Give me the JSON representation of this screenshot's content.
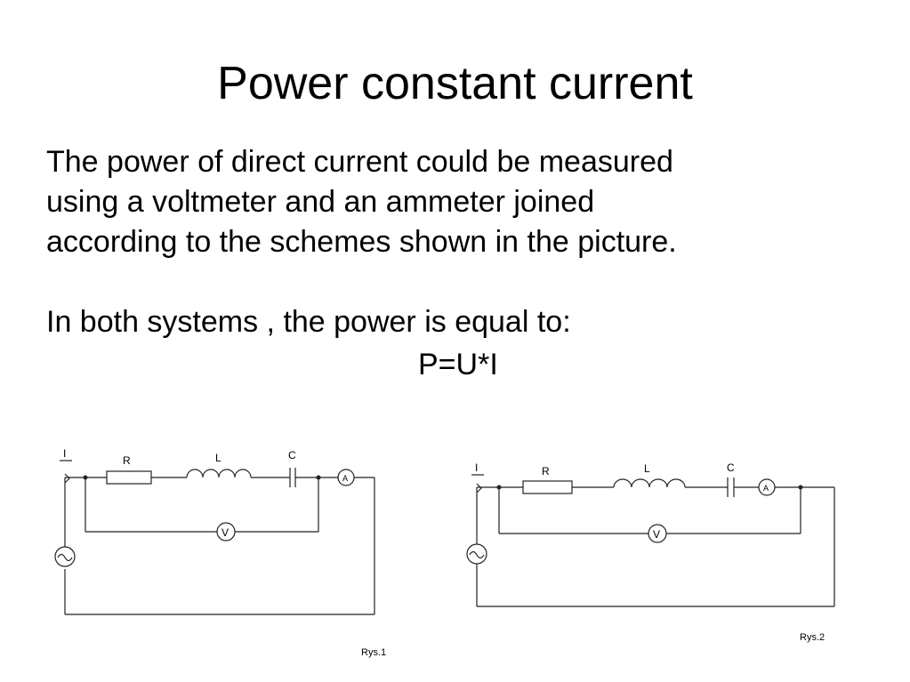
{
  "slide": {
    "title": "Power constant current",
    "paragraph_lines": [
      "The power of direct current could be measured",
      "using a voltmeter and an ammeter joined",
      "according to the schemes shown in the picture."
    ],
    "statement": "In both systems , the power is equal to:",
    "formula": "P=U*I"
  },
  "figures": [
    {
      "caption": "Rys.1",
      "labels": {
        "current": "I",
        "resistor": "R",
        "inductor": "L",
        "capacitor": "C",
        "ammeter": "A",
        "voltmeter": "V"
      }
    },
    {
      "caption": "Rys.2",
      "labels": {
        "current": "I",
        "resistor": "R",
        "inductor": "L",
        "capacitor": "C",
        "ammeter": "A",
        "voltmeter": "V"
      }
    }
  ],
  "colors": {
    "text": "#000000",
    "wire": "#222222",
    "background": "#ffffff"
  }
}
